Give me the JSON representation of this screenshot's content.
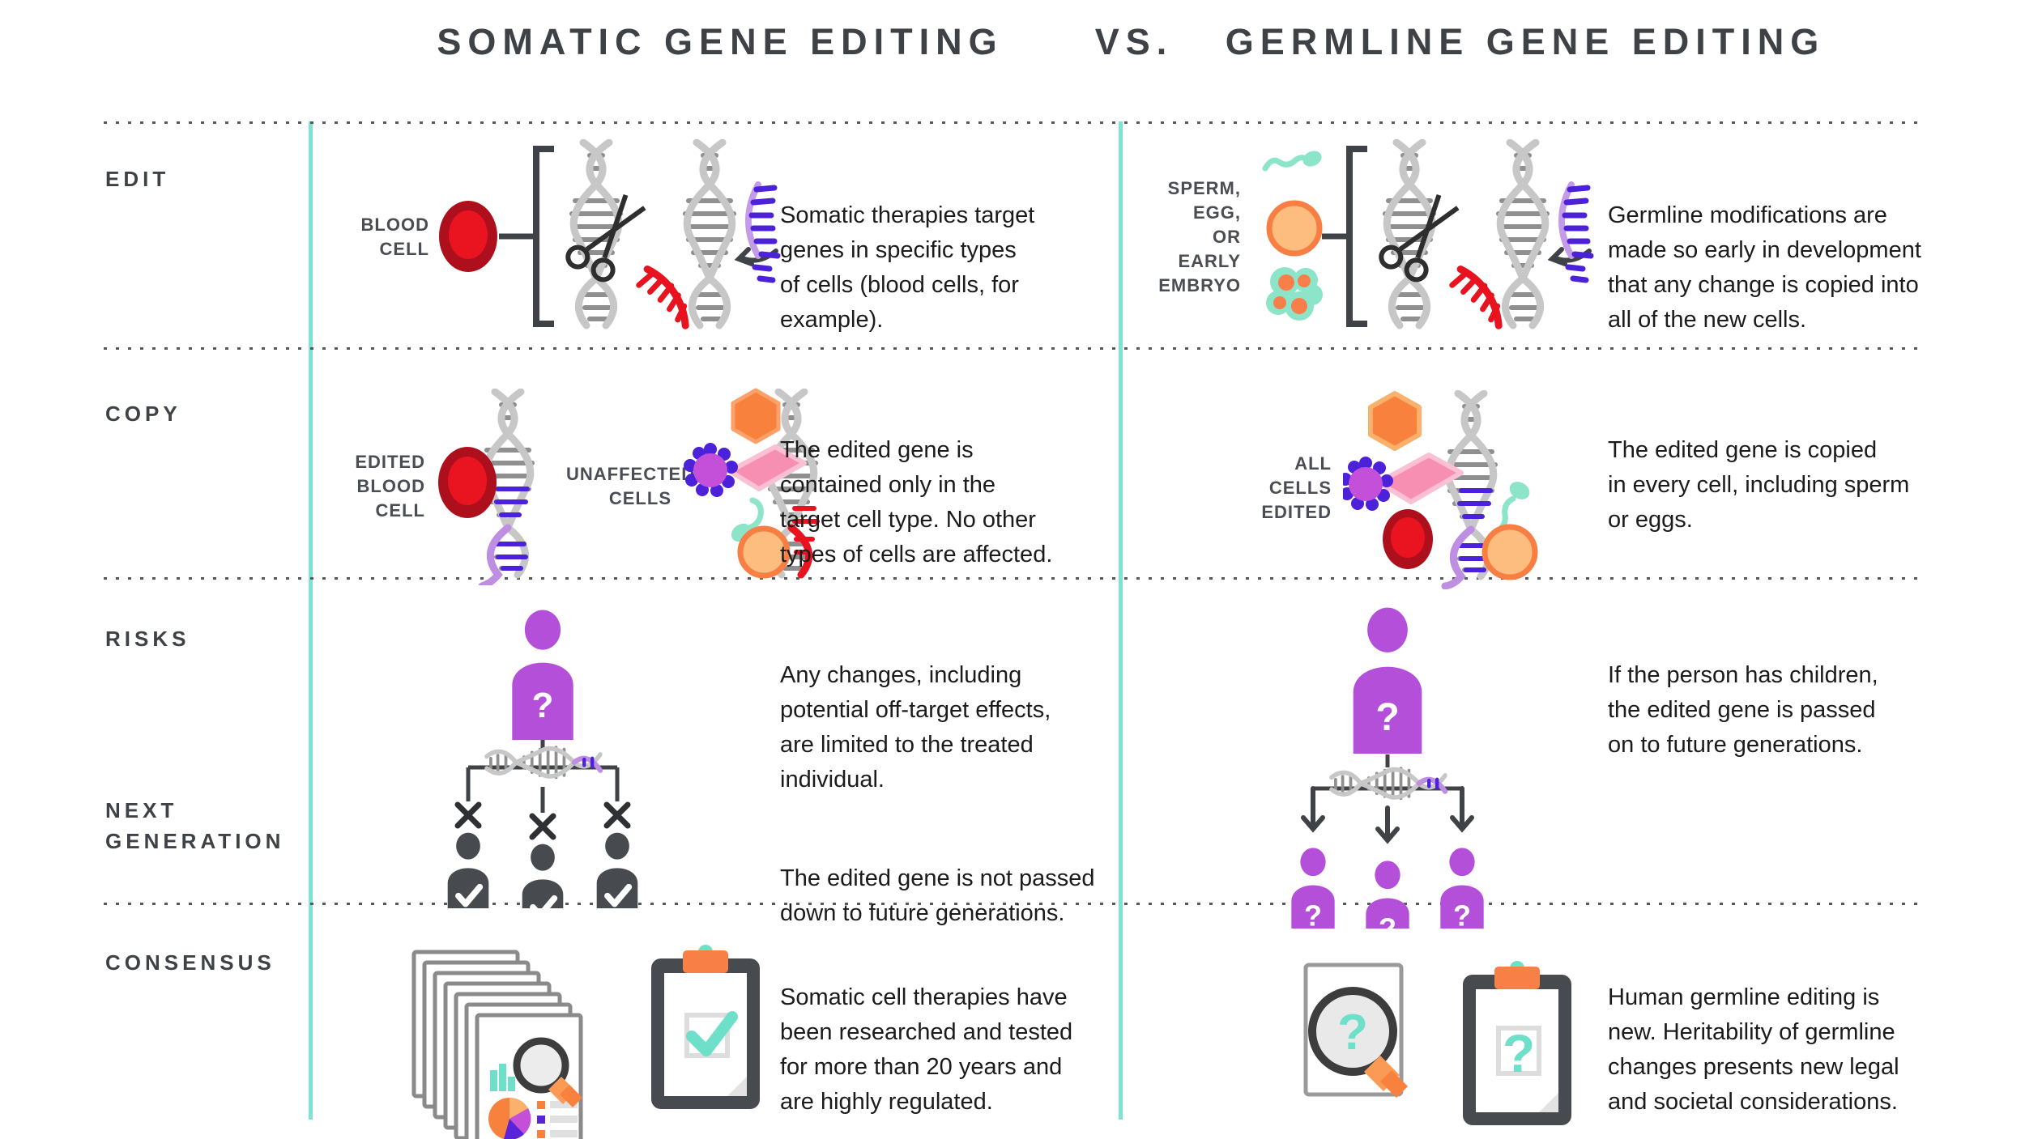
{
  "title": {
    "somatic": "SOMATIC GENE EDITING",
    "vs": "VS.",
    "germline": "GERMLINE GENE EDITING"
  },
  "row_labels": {
    "edit": "EDIT",
    "copy": "COPY",
    "risks": "RISKS",
    "next_generation": "NEXT\nGENERATION",
    "consensus": "CONSENSUS"
  },
  "edit": {
    "somatic": {
      "icon_label": "BLOOD\nCELL",
      "text": "Somatic therapies target\ngenes in specific types\nof cells (blood cells, for\nexample)."
    },
    "germline": {
      "icon_label": "SPERM,\nEGG,\nOR EARLY\nEMBRYO",
      "text": "Germline modifications are\nmade so early in development\nthat any change is copied into\nall of the new cells."
    }
  },
  "copy": {
    "somatic": {
      "icon_label_edited": "EDITED\nBLOOD\nCELL",
      "icon_label_unaffected": "UNAFFECTED\nCELLS",
      "text": "The edited gene is\ncontained only in the\ntarget cell type. No other\ntypes of cells are affected."
    },
    "germline": {
      "icon_label": "ALL\nCELLS\nEDITED",
      "text": "The edited gene is copied\nin every cell, including sperm\nor eggs."
    }
  },
  "risks": {
    "somatic": {
      "text_1": "Any changes, including\npotential off-target effects,\nare limited to the treated\nindividual.",
      "text_2": "The edited gene is not passed\ndown to future generations.",
      "question_mark": "?",
      "x_mark": "✕",
      "check_mark": "✓"
    },
    "germline": {
      "text": "If the person has children,\nthe edited gene is passed\non to future generations.",
      "question_mark": "?",
      "child_question_mark": "?"
    }
  },
  "consensus": {
    "somatic": {
      "text": "Somatic cell therapies have\nbeen researched and tested\nfor more than 20 years and\nare highly regulated.",
      "check_mark": "✓"
    },
    "germline": {
      "text": "Human germline editing is\nnew. Heritability of germline\nchanges presents new legal\nand societal considerations.",
      "question_mark_doc": "?",
      "question_mark_clipboard": "?"
    }
  },
  "colors": {
    "teal_line": "#7fe3d3",
    "teal_icon": "#6ee0c9",
    "purple_person": "#b44fd9",
    "indigo": "#4b22d9",
    "magenta": "#c44fd9",
    "red": "#e8131f",
    "dark_red": "#ad0f1c",
    "orange": "#f8813e",
    "light_orange": "#fdbd7e",
    "pink": "#f78fb2",
    "dna_gray": "#c7c7c7",
    "rung_gray": "#8f8f8f",
    "dark_gray": "#3f4347",
    "text": "#1b1b1d"
  }
}
